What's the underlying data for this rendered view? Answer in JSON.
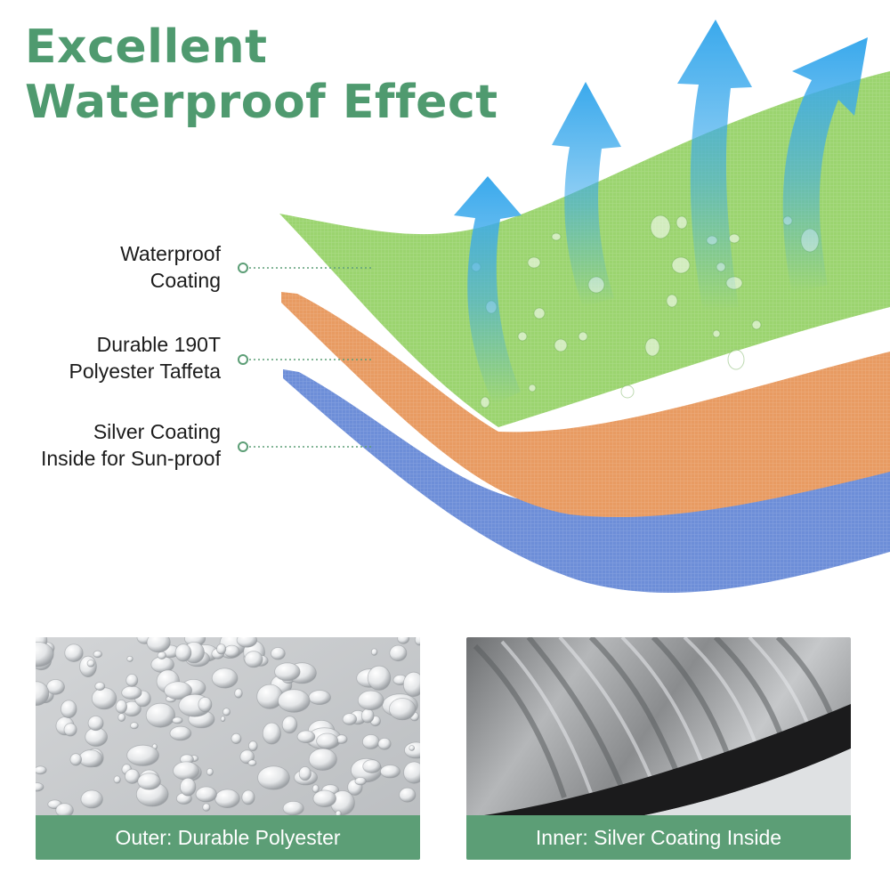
{
  "headline": {
    "line1": "Excellent",
    "line2": "Waterproof Effect"
  },
  "layers": [
    {
      "line1": "Waterproof",
      "line2": "Coating",
      "color": "#9fd873"
    },
    {
      "line1": "Durable 190T",
      "line2": "Polyester Taffeta",
      "color": "#f2ad78"
    },
    {
      "line1": "Silver Coating",
      "line2": "Inside for Sun-proof",
      "color": "#7f9ce0"
    }
  ],
  "accent_color": "#5c9e76",
  "arrow_color": "#3aa9ec",
  "panels": [
    {
      "caption": "Outer: Durable Polyester",
      "image": "water-droplets-on-fabric"
    },
    {
      "caption": "Inner: Silver Coating Inside",
      "image": "silver-lining-elastic-hem"
    }
  ]
}
